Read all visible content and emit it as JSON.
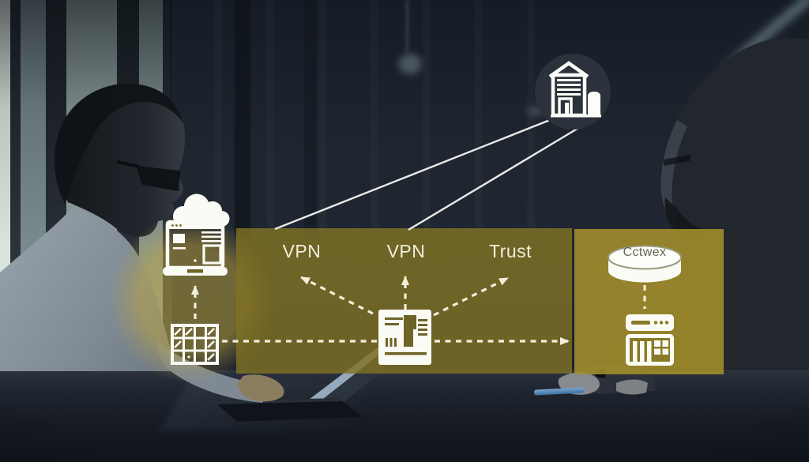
{
  "diagram": {
    "labels": [
      {
        "id": "vpn-left",
        "text": "VPN"
      },
      {
        "id": "vpn-center",
        "text": "VPN"
      },
      {
        "id": "trust",
        "text": "Trust"
      }
    ],
    "database_label": "Cctwex",
    "icons": [
      {
        "name": "building-icon",
        "meaning": "headquarters building in dark circle, top"
      },
      {
        "name": "cloud-browser-icon",
        "meaning": "browser window with cloud, left"
      },
      {
        "name": "grid-table-icon",
        "meaning": "grid with slash marks, lower left"
      },
      {
        "name": "dashboard-document-icon",
        "meaning": "central dashboard hub"
      },
      {
        "name": "database-cylinder-icon",
        "meaning": "database cylinder, right"
      },
      {
        "name": "server-icon",
        "meaning": "server box, lower right"
      }
    ],
    "connectors": {
      "solid_lines": 2,
      "dashed_arrows": [
        "grid-to-browser-up",
        "grid-to-dashboard",
        "dashboard-to-right-panel",
        "dashboard-to-vpn-left",
        "dashboard-to-vpn-center",
        "dashboard-to-trust",
        "database-to-server"
      ]
    },
    "colors": {
      "overlay_band": "#6e6428",
      "overlay_panel_right": "#8a7a28",
      "overlay_circle": "#a88f3a",
      "icon_white": "#fbfbf5",
      "label_text": "#f2eedd",
      "cylinder_text": "#66664f",
      "background": "#1d232e"
    }
  }
}
